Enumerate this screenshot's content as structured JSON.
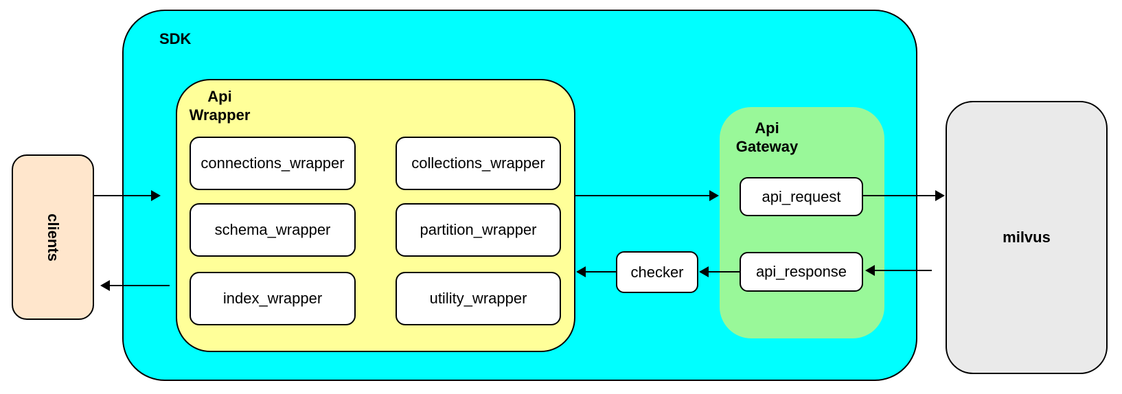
{
  "diagram": {
    "sdk": {
      "label": "SDK"
    },
    "clients": {
      "label": "clients"
    },
    "api_wrapper": {
      "label_line1": "Api",
      "label_line2": "Wrapper",
      "modules": [
        "connections_wrapper",
        "collections_wrapper",
        "schema_wrapper",
        "partition_wrapper",
        "index_wrapper",
        "utility_wrapper"
      ]
    },
    "api_gateway": {
      "label_line1": "Api",
      "label_line2": "Gateway",
      "request_label": "api_request",
      "response_label": "api_response"
    },
    "checker": {
      "label": "checker"
    },
    "milvus": {
      "label": "milvus"
    },
    "colors": {
      "sdk_fill": "#00FFFF",
      "api_wrapper_fill": "#FFFF99",
      "api_gateway_fill": "#99F899",
      "clients_fill": "#FFE6CC",
      "milvus_fill": "#EAEAEA",
      "node_fill": "#FFFFFF",
      "border": "#000000"
    }
  }
}
